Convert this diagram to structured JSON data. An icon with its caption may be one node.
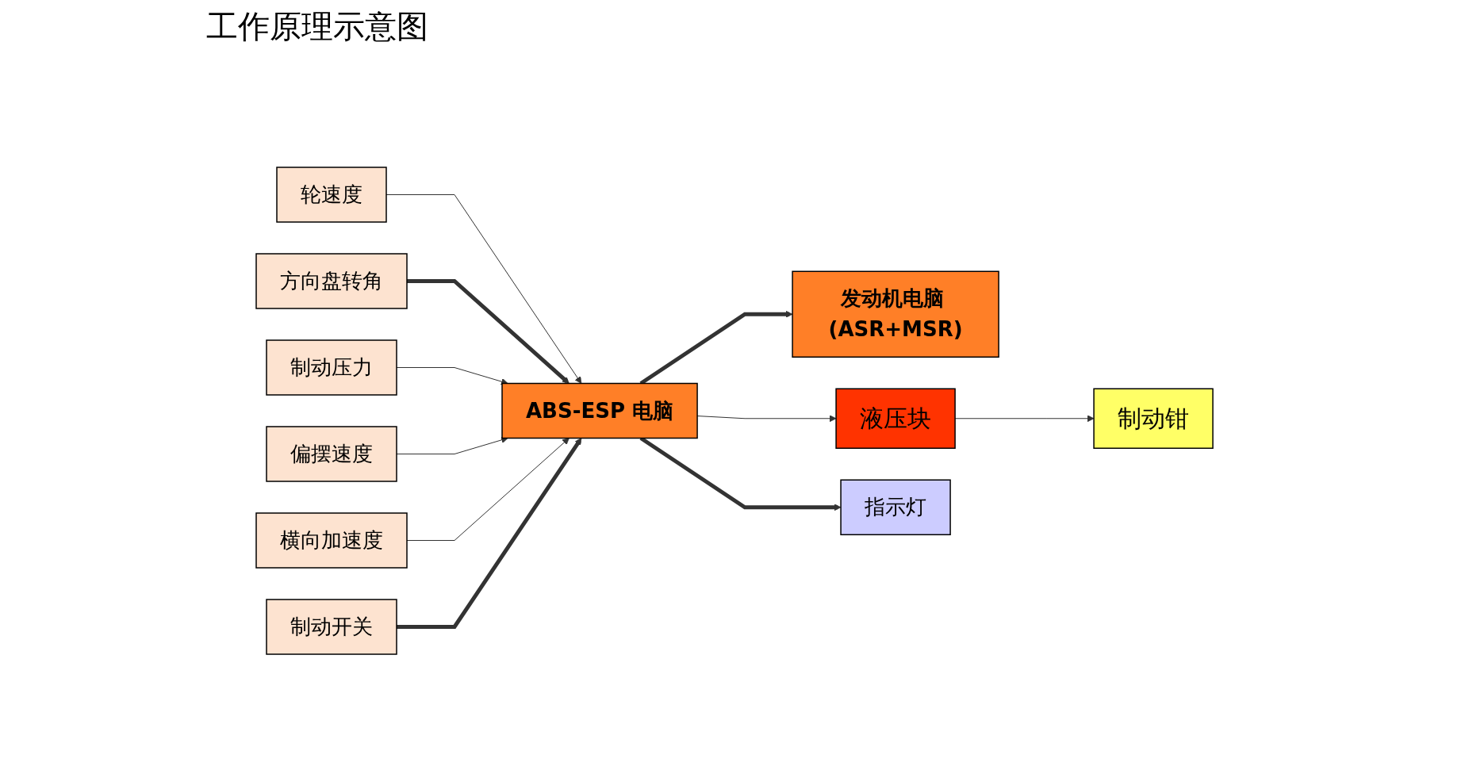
{
  "diagram": {
    "title": "工作原理示意图",
    "nodes": [
      {
        "text": [
          "轮速度"
        ]
      },
      {
        "text": [
          "方向盘转角"
        ]
      },
      {
        "text": [
          "制动压力"
        ]
      },
      {
        "text": [
          "偏摆速度"
        ]
      },
      {
        "text": [
          "横向加速度"
        ]
      },
      {
        "text": [
          "制动开关"
        ]
      },
      {
        "text": [
          "ABS-ESP 电脑"
        ]
      },
      {
        "text": [
          "发动机电脑 (ASR+MSR)"
        ]
      },
      {
        "text": [
          "液压块"
        ]
      },
      {
        "text": [
          "制动钳"
        ]
      },
      {
        "text": [
          "指示灯"
        ]
      }
    ],
    "edges": [
      {
        "from": 0,
        "to": 6,
        "arrow": "to"
      },
      {
        "from": 1,
        "to": 6,
        "arrow": "to",
        "style": "thick"
      },
      {
        "from": 2,
        "to": 6,
        "arrow": "to"
      },
      {
        "from": 3,
        "to": 6,
        "arrow": "to"
      },
      {
        "from": 4,
        "to": 6,
        "arrow": "to"
      },
      {
        "from": 5,
        "to": 6,
        "arrow": "to",
        "style": "thick"
      },
      {
        "from": 6,
        "to": 7,
        "arrow": "to",
        "style": "thick"
      },
      {
        "from": 6,
        "to": 8,
        "arrow": "to"
      },
      {
        "from": 8,
        "to": 9,
        "arrow": "to"
      },
      {
        "from": 6,
        "to": 10,
        "arrow": "to",
        "style": "thick"
      }
    ]
  }
}
